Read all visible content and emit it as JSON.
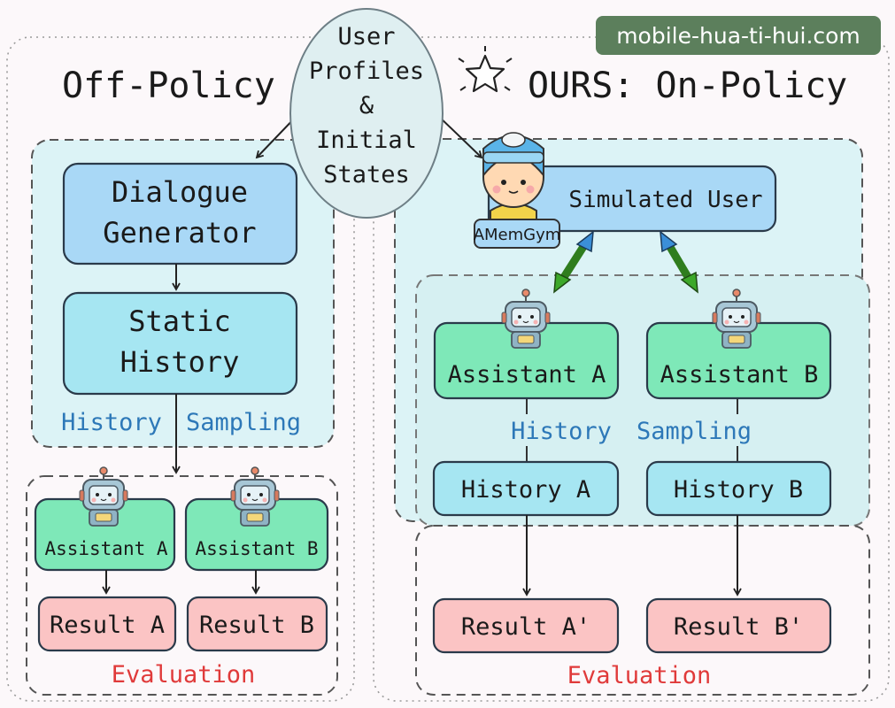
{
  "watermark": "mobile-hua-ti-hui.com",
  "center_bubble": {
    "lines": [
      "User",
      "Profiles",
      "&",
      "Initial",
      "States"
    ]
  },
  "left": {
    "title": "Off-Policy",
    "generator_lines": [
      "Dialogue",
      "Generator"
    ],
    "history_lines": [
      "Static",
      "History"
    ],
    "sampling_words": [
      "History",
      "Sampling"
    ],
    "assistant_a": "Assistant A",
    "assistant_b": "Assistant B",
    "result_a": "Result A",
    "result_b": "Result B",
    "evaluation": "Evaluation"
  },
  "right": {
    "title": "OURS: On-Policy",
    "simulated_user": "Simulated User",
    "avatar_badge": "AMemGym",
    "assistant_a": "Assistant A",
    "assistant_b": "Assistant B",
    "sampling_words": [
      "History",
      "Sampling"
    ],
    "history_a": "History A",
    "history_b": "History B",
    "result_a": "Result A'",
    "result_b": "Result B'",
    "evaluation": "Evaluation"
  },
  "colors": {
    "blue_box": "#a9d8f6",
    "cyan_box": "#a6e6f2",
    "green_box": "#7ee8b8",
    "red_box": "#fbc4c4",
    "sampling_text": "#2d78b8",
    "evaluation_text": "#e03a3a",
    "panel_tint": "#dcf3f6"
  }
}
